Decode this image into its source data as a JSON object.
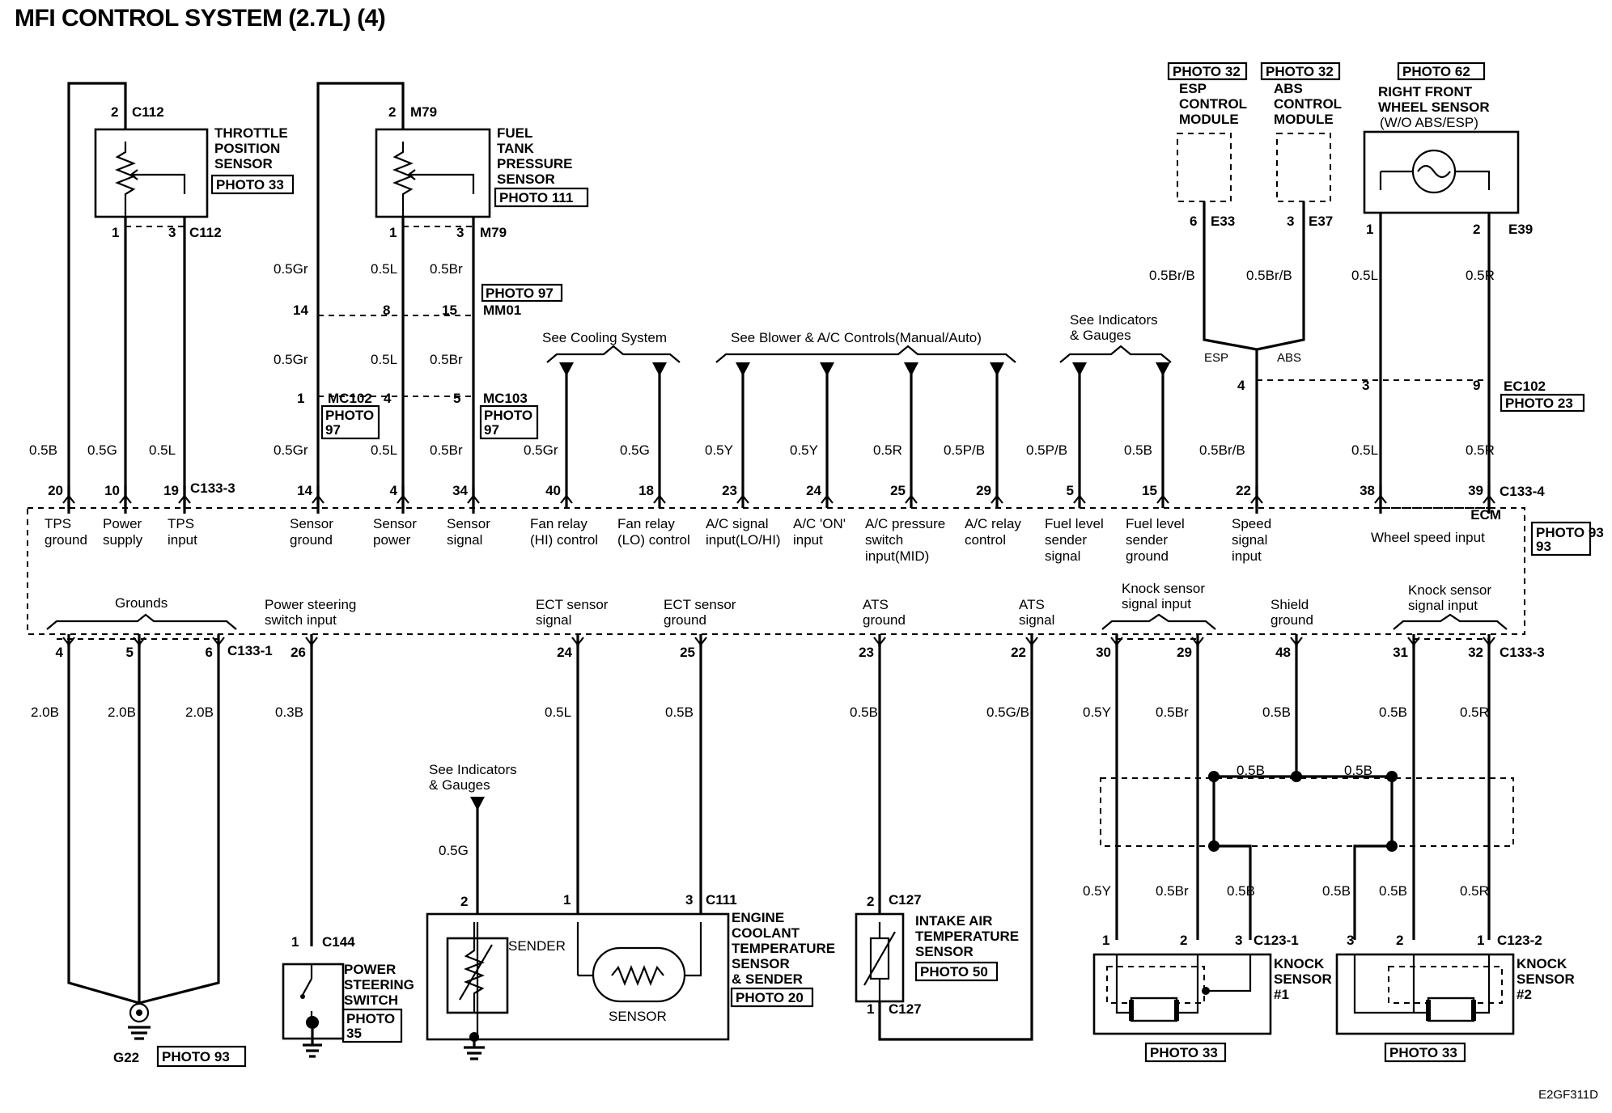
{
  "title": "MFI CONTROL SYSTEM (2.7L) (4)",
  "figure_id": "E2GF311D",
  "ecm": {
    "label": "ECM",
    "photo": "PHOTO 93"
  },
  "tps": {
    "name": [
      "THROTTLE",
      "POSITION",
      "SENSOR"
    ],
    "photo": "PHOTO 33",
    "conn": "C112",
    "pin_top": "2",
    "pin_l": "1",
    "pin_r": "3"
  },
  "ftps": {
    "name": [
      "FUEL",
      "TANK",
      "PRESSURE",
      "SENSOR"
    ],
    "photo": "PHOTO 111",
    "conn": "M79",
    "pin_top": "2",
    "pin_l": "1",
    "pin_r": "3"
  },
  "mm01": {
    "conn": "MM01",
    "photo": "PHOTO 97",
    "pins": [
      "14",
      "8",
      "15"
    ]
  },
  "mc102": {
    "conn": "MC102",
    "photo": [
      "PHOTO",
      "97"
    ],
    "pins": [
      "1",
      "4"
    ]
  },
  "mc103": {
    "conn": "MC103",
    "photo": [
      "PHOTO",
      "97"
    ],
    "pin": "5"
  },
  "see": {
    "cooling": "See Cooling System",
    "blower": "See Blower & A/C Controls(Manual/Auto)",
    "indicators": [
      "See Indicators",
      "& Gauges"
    ]
  },
  "esp": {
    "photo": "PHOTO 32",
    "name": [
      "ESP",
      "CONTROL",
      "MODULE"
    ],
    "pin": "6",
    "conn": "E33"
  },
  "abs": {
    "photo": "PHOTO 32",
    "name": [
      "ABS",
      "CONTROL",
      "MODULE"
    ],
    "pin": "3",
    "conn": "E37"
  },
  "wheel": {
    "photo": "PHOTO 62",
    "name": [
      "RIGHT FRONT",
      "WHEEL SENSOR",
      "(W/O ABS/ESP)"
    ],
    "pin_l": "1",
    "pin_r": "2",
    "conn": "E39"
  },
  "ec102": {
    "conn": "EC102",
    "photo": "PHOTO 23",
    "pins": [
      "4",
      "3",
      "9"
    ],
    "esp": "ESP",
    "abs": "ABS"
  },
  "top_conn": {
    "c1333": "C133-3",
    "c1334": "C133-4"
  },
  "top_pins": [
    "20",
    "10",
    "19",
    "14",
    "4",
    "34",
    "40",
    "18",
    "23",
    "24",
    "25",
    "29",
    "5",
    "15",
    "22",
    "38",
    "39"
  ],
  "wires": {
    "tps": [
      "0.5B",
      "0.5G",
      "0.5L"
    ],
    "ftps_upper": [
      "0.5Gr",
      "0.5L",
      "0.5Br"
    ],
    "ftps_mid": [
      "0.5Gr",
      "0.5L",
      "0.5Br"
    ],
    "ftps_low": [
      "0.5Gr",
      "0.5L",
      "0.5Br"
    ],
    "fan": [
      "0.5Gr",
      "0.5G"
    ],
    "ac": [
      "0.5Y",
      "0.5Y",
      "0.5R",
      "0.5P/B"
    ],
    "fuel": [
      "0.5P/B",
      "0.5B"
    ],
    "speed": "0.5Br/B",
    "wheel": [
      "0.5L",
      "0.5R"
    ],
    "esp_abs": [
      "0.5Br/B",
      "0.5Br/B"
    ],
    "wheel_upper": [
      "0.5L",
      "0.5R"
    ],
    "grounds": [
      "2.0B",
      "2.0B",
      "2.0B"
    ],
    "ps": "0.3B",
    "ect": [
      "0.5L",
      "0.5B"
    ],
    "ats": [
      "0.5B",
      "0.5G/B"
    ],
    "knock_top": [
      "0.5Y",
      "0.5Br",
      "0.5B",
      "0.5B",
      "0.5R"
    ],
    "shield_bus": [
      "0.5B",
      "0.5B"
    ],
    "knock_low": [
      "0.5Y",
      "0.5Br",
      "0.5B",
      "0.5B",
      "0.5B",
      "0.5R"
    ],
    "sender": "0.5G"
  },
  "ecm_top_labels": [
    [
      "TPS",
      "ground"
    ],
    [
      "Power",
      "supply"
    ],
    [
      "TPS",
      "input"
    ],
    [
      "Sensor",
      "ground"
    ],
    [
      "Sensor",
      "power"
    ],
    [
      "Sensor",
      "signal"
    ],
    [
      "Fan relay",
      "(HI) control"
    ],
    [
      "Fan relay",
      "(LO) control"
    ],
    [
      "A/C signal",
      "input(LO/HI)"
    ],
    [
      "A/C 'ON'",
      "input"
    ],
    [
      "A/C pressure",
      "switch",
      "input(MID)"
    ],
    [
      "A/C relay",
      "control"
    ],
    [
      "Fuel level",
      "sender",
      "signal"
    ],
    [
      "Fuel level",
      "sender",
      "ground"
    ],
    [
      "Speed",
      "signal",
      "input"
    ],
    [
      "Wheel speed input"
    ]
  ],
  "ecm_bottom_labels": [
    [
      "Grounds"
    ],
    [
      "Power steering",
      "switch input"
    ],
    [
      "ECT sensor",
      "signal"
    ],
    [
      "ECT sensor",
      "ground"
    ],
    [
      "ATS",
      "ground"
    ],
    [
      "ATS",
      "signal"
    ],
    [
      "Knock sensor",
      "signal input"
    ],
    [
      "Shield",
      "ground"
    ],
    [
      "Knock sensor",
      "signal input"
    ]
  ],
  "bottom_conn": {
    "c1331": "C133-1",
    "c1333": "C133-3"
  },
  "bottom_pins": [
    "4",
    "5",
    "6",
    "26",
    "24",
    "25",
    "23",
    "22",
    "30",
    "29",
    "48",
    "31",
    "32"
  ],
  "ground_g22": {
    "conn": "G22",
    "photo": "PHOTO 93"
  },
  "ps_switch": {
    "name": [
      "POWER",
      "STEERING",
      "SWITCH"
    ],
    "photo": [
      "PHOTO",
      "35"
    ],
    "pin": "1",
    "conn": "C144"
  },
  "ect": {
    "name": [
      "ENGINE",
      "COOLANT",
      "TEMPERATURE",
      "SENSOR",
      "& SENDER"
    ],
    "photo": "PHOTO 20",
    "conn": "C111",
    "pins": [
      "2",
      "1",
      "3"
    ],
    "sender": "SENDER",
    "sensor": "SENSOR"
  },
  "iat": {
    "name": [
      "INTAKE AIR",
      "TEMPERATURE",
      "SENSOR"
    ],
    "photo": "PHOTO 50",
    "conn_top": "C127",
    "conn_bot": "C127",
    "pin_top": "2",
    "pin_bot": "1"
  },
  "knock1": {
    "name": [
      "KNOCK",
      "SENSOR",
      "#1"
    ],
    "photo": "PHOTO 33",
    "conn": "C123-1",
    "pins": [
      "1",
      "2",
      "3"
    ]
  },
  "knock2": {
    "name": [
      "KNOCK",
      "SENSOR",
      "#2"
    ],
    "photo": "PHOTO 33",
    "conn": "C123-2",
    "pins": [
      "3",
      "2",
      "1"
    ]
  }
}
